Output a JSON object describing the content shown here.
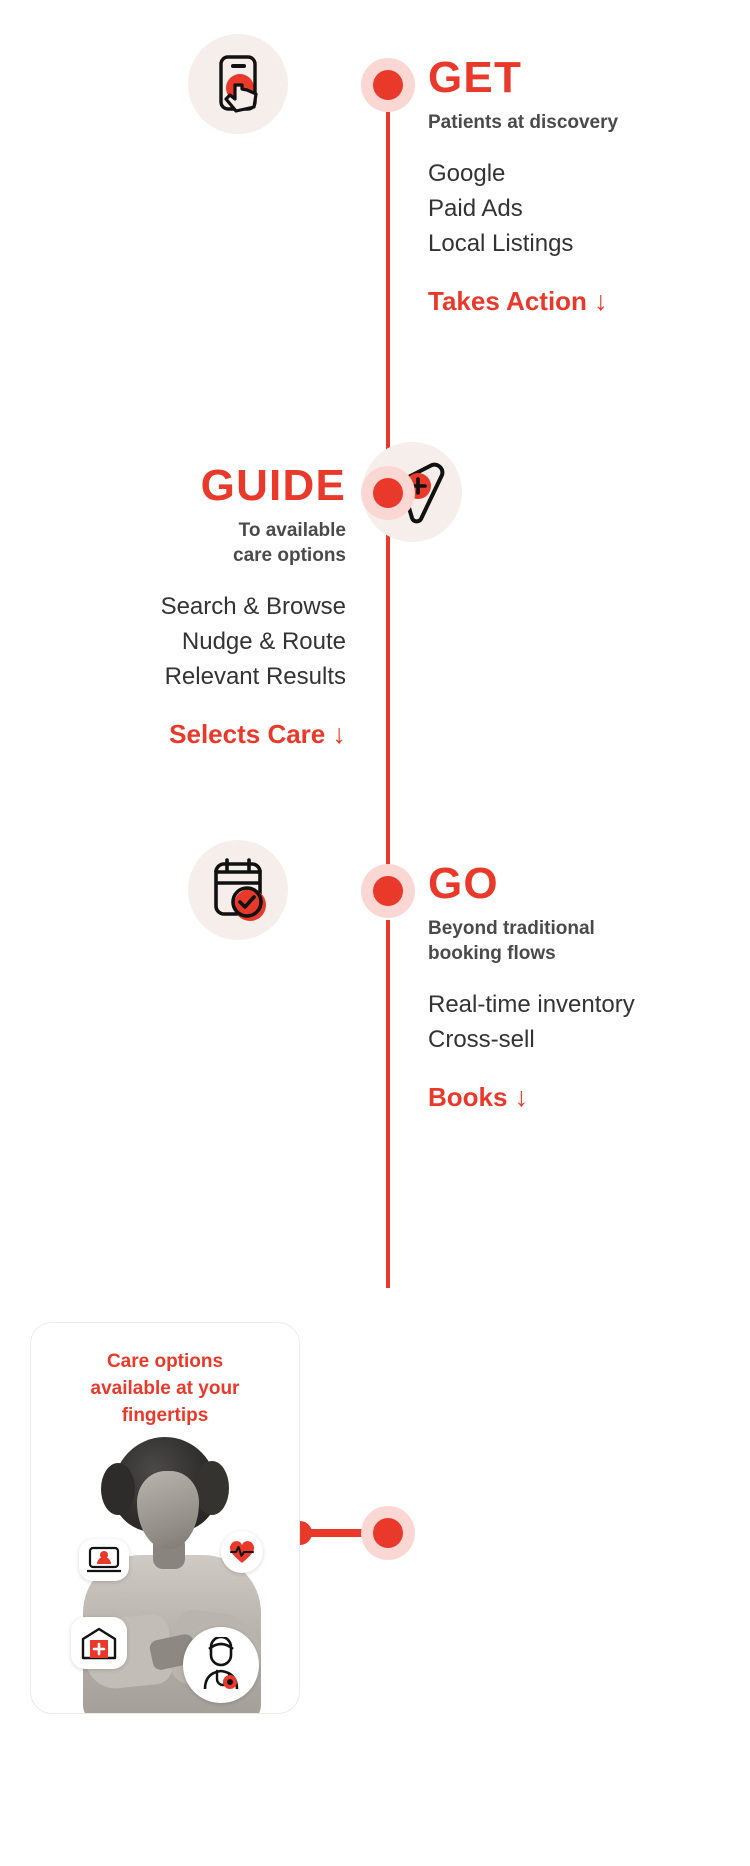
{
  "theme": {
    "accent_red": "#E8392B",
    "node_halo": "#FBD7D4",
    "bubble_bg": "#F6EEEA",
    "body_text": "#333333",
    "sub_text": "#4A4A4A",
    "page_bg": "#FFFFFF"
  },
  "stages": [
    {
      "id": "get",
      "title": "GET",
      "subtitle": "Patients at discovery",
      "items": [
        "Google",
        "Paid Ads",
        "Local Listings"
      ],
      "cta": "Takes Action",
      "cta_arrow": "↓",
      "icon": "tap-phone-icon",
      "icon_side": "left",
      "text_side": "right"
    },
    {
      "id": "guide",
      "title": "GUIDE",
      "subtitle_lines": [
        "To available",
        "care options"
      ],
      "items": [
        "Search & Browse",
        "Nudge & Route",
        "Relevant Results"
      ],
      "cta": "Selects Care",
      "cta_arrow": "↓",
      "icon": "navigation-plus-icon",
      "icon_side": "right",
      "text_side": "left"
    },
    {
      "id": "go",
      "title": "GO",
      "subtitle_lines": [
        "Beyond traditional",
        "booking flows"
      ],
      "items": [
        "Real-time inventory",
        "Cross-sell"
      ],
      "cta": "Books",
      "cta_arrow": "↓",
      "icon": "calendar-check-icon",
      "icon_side": "left",
      "text_side": "right"
    }
  ],
  "photo_card": {
    "headline_lines": [
      "Care options",
      "available at your",
      "fingertips"
    ],
    "alt": "Woman holding a smartphone surrounded by care option icons",
    "floating_icons": [
      {
        "name": "video-visit-icon",
        "label": "telehealth laptop"
      },
      {
        "name": "heart-pulse-icon",
        "label": "heart with pulse"
      },
      {
        "name": "hospital-icon",
        "label": "hospital building"
      },
      {
        "name": "doctor-icon",
        "label": "clinician with stethoscope"
      }
    ]
  }
}
